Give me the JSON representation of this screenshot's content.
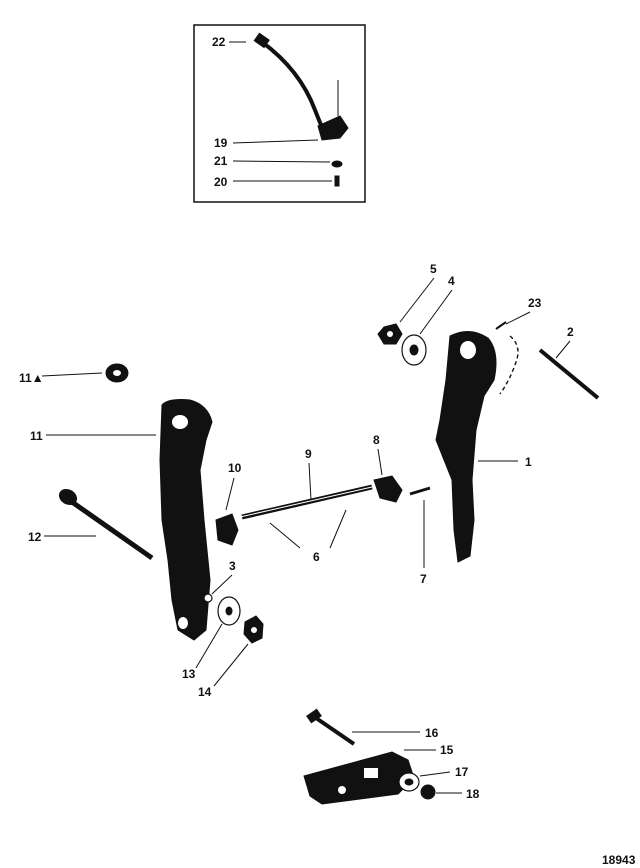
{
  "figure_number": "18943",
  "callouts": {
    "c1": "1",
    "c2": "2",
    "c3": "3",
    "c4": "4",
    "c5": "5",
    "c6": "6",
    "c7": "7",
    "c8": "8",
    "c9": "9",
    "c10": "10",
    "c11": "11",
    "c11a": "11",
    "c12": "12",
    "c13": "13",
    "c14": "14",
    "c15": "15",
    "c16": "16",
    "c17": "17",
    "c18": "18",
    "c19": "19",
    "c20": "20",
    "c21": "21",
    "c22": "22",
    "c23": "23"
  }
}
